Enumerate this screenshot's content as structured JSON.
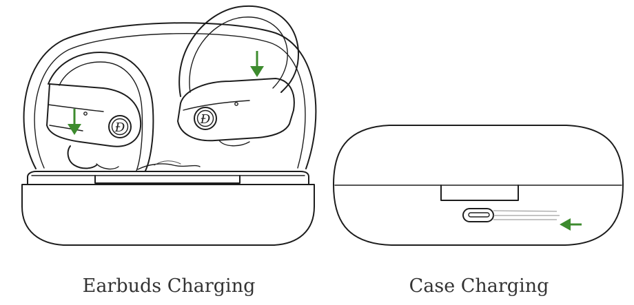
{
  "captions": {
    "left": "Earbuds Charging",
    "right": "Case Charging"
  },
  "logo_mark": "Đ",
  "colors": {
    "line": "#1c1c1c",
    "arrow": "#3d8b2e",
    "caption": "#333333",
    "background": "#ffffff"
  },
  "icons": [
    "down-arrow-icon",
    "left-arrow-icon",
    "usb-c-port-icon"
  ]
}
